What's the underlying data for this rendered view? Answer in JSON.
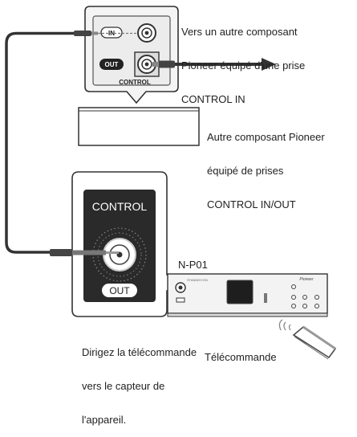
{
  "top_jack_panel": {
    "in_label": "IN",
    "out_label": "OUT",
    "title": "CONTROL"
  },
  "arrow_label": [
    "Vers un autre composant",
    "Pioneer équipé d'une prise",
    "CONTROL IN"
  ],
  "component_label": [
    "Autre composant Pioneer",
    "équipé de prises",
    "CONTROL IN/OUT"
  ],
  "control_panel": {
    "title": "CONTROL",
    "out_label": "OUT"
  },
  "device": {
    "model": "N-P01",
    "brand": "Pioneer"
  },
  "sensor_note": [
    "Dirigez la télécommande",
    "vers le capteur de",
    "l'appareil."
  ],
  "remote_label": "Télécommande"
}
